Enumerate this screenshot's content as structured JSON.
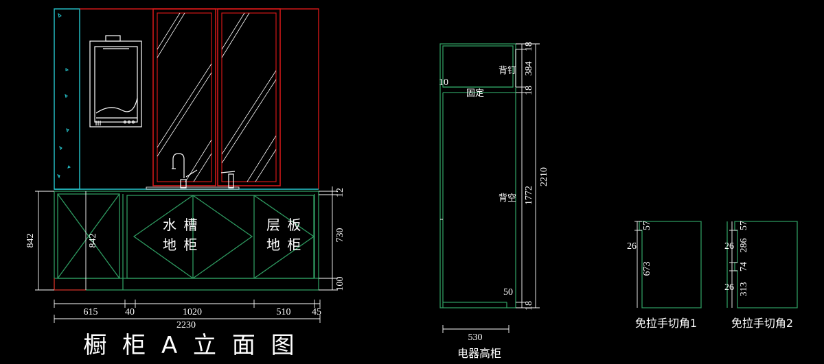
{
  "colors": {
    "background": "#000000",
    "green": "#2e9a60",
    "red": "#d01818",
    "cyan": "#27c7cf",
    "white": "#ffffff"
  },
  "elevation_a": {
    "title": "橱 柜 A 立 面 图",
    "cabinet_sink": {
      "line1": "水  槽",
      "line2": "地  柜"
    },
    "cabinet_shelf": {
      "line1": "层  板",
      "line2": "地  柜"
    },
    "dims": {
      "left_height": "842",
      "inner_height": "842",
      "right_top": "12",
      "right_mid": "730",
      "right_bottom": "100",
      "w_615": "615",
      "w_40": "40",
      "w_1020": "1020",
      "w_510": "510",
      "w_45": "45",
      "total_width": "2230"
    }
  },
  "appliance_cabinet": {
    "caption": "电器高柜",
    "label_back_nail": "背钉",
    "label_fixed": "固定",
    "label_back_empty": "背空",
    "dims": {
      "d18_top": "18",
      "d384": "384",
      "d18_mid": "18",
      "d1772": "1772",
      "d18_bottom": "18",
      "d2210": "2210",
      "d10": "10",
      "d50": "50",
      "d530": "530"
    }
  },
  "handle_cut_1": {
    "caption": "免拉手切角1",
    "dims": {
      "d57": "57",
      "d26": "26",
      "d673": "673"
    }
  },
  "handle_cut_2": {
    "caption": "免拉手切角2",
    "dims": {
      "d57": "57",
      "d26a": "26",
      "d286": "286",
      "d74": "74",
      "d26b": "26",
      "d313": "313"
    }
  }
}
